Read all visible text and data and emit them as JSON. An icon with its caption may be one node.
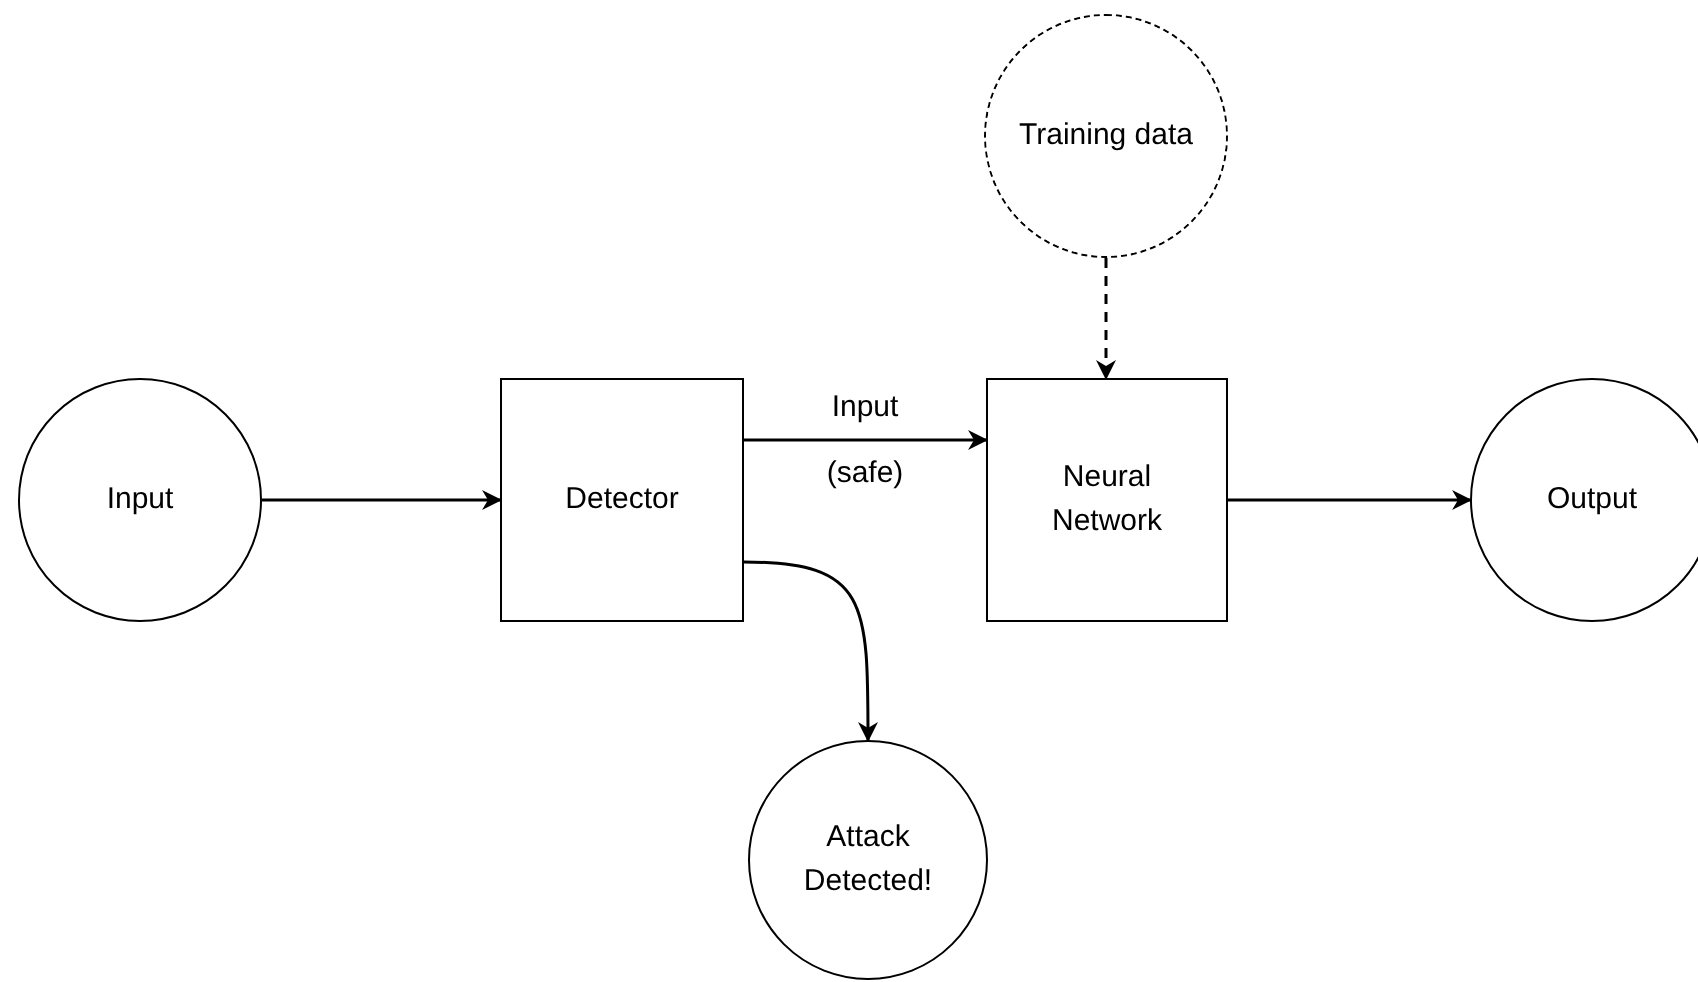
{
  "diagram": {
    "nodes": [
      {
        "text": [
          "Input"
        ]
      },
      {
        "text": [
          "Detector"
        ]
      },
      {
        "text": [
          "Training data"
        ]
      },
      {
        "text": [
          "Neural Network"
        ]
      },
      {
        "text": [
          "Output"
        ]
      },
      {
        "text": [
          "Attack Detected!"
        ]
      }
    ],
    "edges": [
      {
        "from": 0,
        "to": 1,
        "arrow": "to"
      },
      {
        "from": 1,
        "to": 3,
        "arrow": "to",
        "label": "Input (safe)"
      },
      {
        "from": 3,
        "to": 4,
        "arrow": "to"
      },
      {
        "from": 2,
        "to": 3,
        "arrow": "to",
        "style": "dashed"
      },
      {
        "from": 1,
        "to": 5,
        "arrow": "to"
      }
    ]
  }
}
